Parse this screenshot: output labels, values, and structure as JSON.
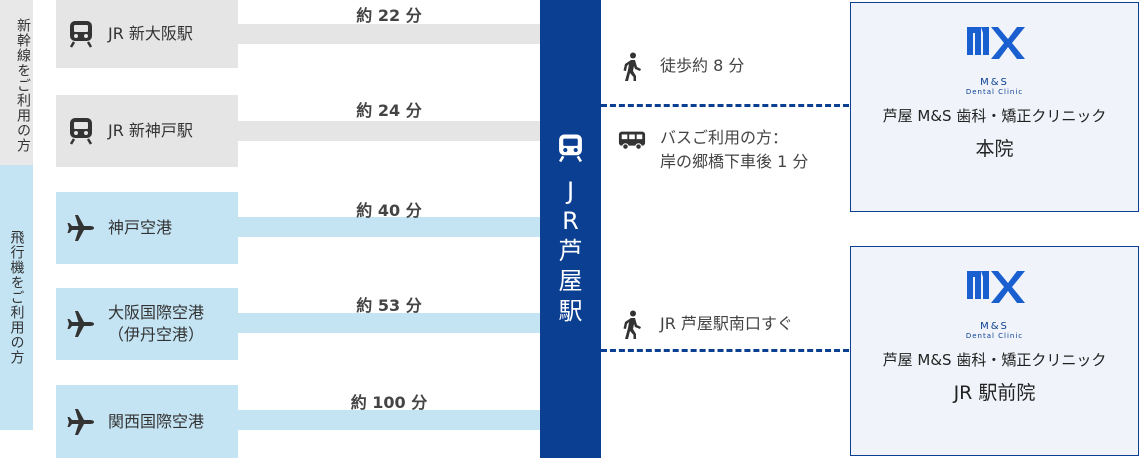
{
  "sections": {
    "rail_label": "新幹線をご利用の方",
    "air_label": "飛行機をご利用の方"
  },
  "origins": [
    {
      "label": "JR 新大阪駅",
      "time": "約 22 分",
      "kind": "rail"
    },
    {
      "label": "JR 新神戸駅",
      "time": "約 24 分",
      "kind": "rail"
    },
    {
      "label": "神戸空港",
      "time": "約 40 分",
      "kind": "air"
    },
    {
      "label": "大阪国際空港\n（伊丹空港）",
      "time": "約 53 分",
      "kind": "air"
    },
    {
      "label": "関西国際空港",
      "time": "約 100 分",
      "kind": "air"
    }
  ],
  "station": {
    "name": "JR芦屋駅"
  },
  "routes": {
    "walk_main": "徒歩約 8 分",
    "bus_line1": "バスご利用の方：",
    "bus_line2": "岸の郷橋下車後 1 分",
    "walk_front": "JR 芦屋駅南口すぐ"
  },
  "clinics": [
    {
      "logo_text": "M&S",
      "logo_sub": "Dental Clinic",
      "name": "芦屋 M&S 歯科・矯正クリニック",
      "branch": "本院"
    },
    {
      "logo_text": "M&S",
      "logo_sub": "Dental Clinic",
      "name": "芦屋 M&S 歯科・矯正クリニック",
      "branch": "JR 駅前院"
    }
  ],
  "colors": {
    "navy": "#0b3f92",
    "rail_gray": "#e5e5e5",
    "air_blue": "#c4e4f4"
  },
  "icons": {
    "rail": "train-icon",
    "air": "airplane-icon",
    "walk": "walking-icon",
    "bus": "bus-icon"
  }
}
